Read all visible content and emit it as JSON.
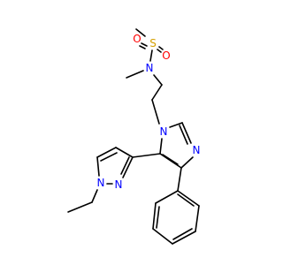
{
  "molecule": {
    "atoms": {
      "s1": {
        "label": "S",
        "color": "#D4A000"
      },
      "o1": {
        "label": "O",
        "color": "#FF0000"
      },
      "o2": {
        "label": "O",
        "color": "#FF0000"
      },
      "n_sulfonamide": {
        "label": "N",
        "color": "#0000FF"
      },
      "n_imidazole_1": {
        "label": "N",
        "color": "#0000FF"
      },
      "n_imidazole_3": {
        "label": "N",
        "color": "#0000FF"
      },
      "n_pyrazole_1": {
        "label": "N",
        "color": "#0000FF"
      },
      "n_pyrazole_2": {
        "label": "N",
        "color": "#0000FF"
      }
    }
  }
}
